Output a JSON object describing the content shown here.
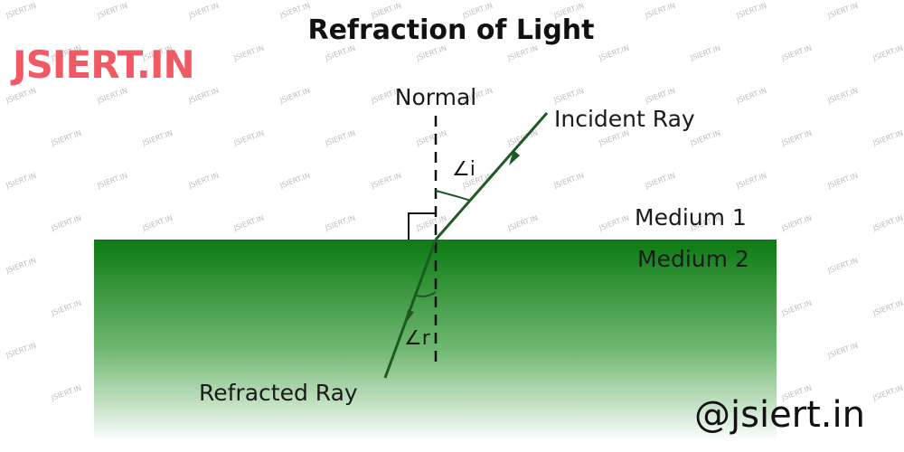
{
  "title": "Refraction of Light",
  "brand": {
    "text": "JSIERT.IN",
    "color": "#f05a64"
  },
  "handle": "@jsiert.in",
  "watermark": "JSIERT.IN",
  "labels": {
    "normal": "Normal",
    "incident_ray": "Incident Ray",
    "refracted_ray": "Refracted Ray",
    "medium1": "Medium 1",
    "medium2": "Medium 2",
    "angle_incidence": "∠i",
    "angle_refraction": "∠r"
  },
  "colors": {
    "medium2_top": "#0b7a12",
    "medium2_bottom": "#ffffff",
    "ray": "#1d5a22",
    "normal": "#111111"
  }
}
